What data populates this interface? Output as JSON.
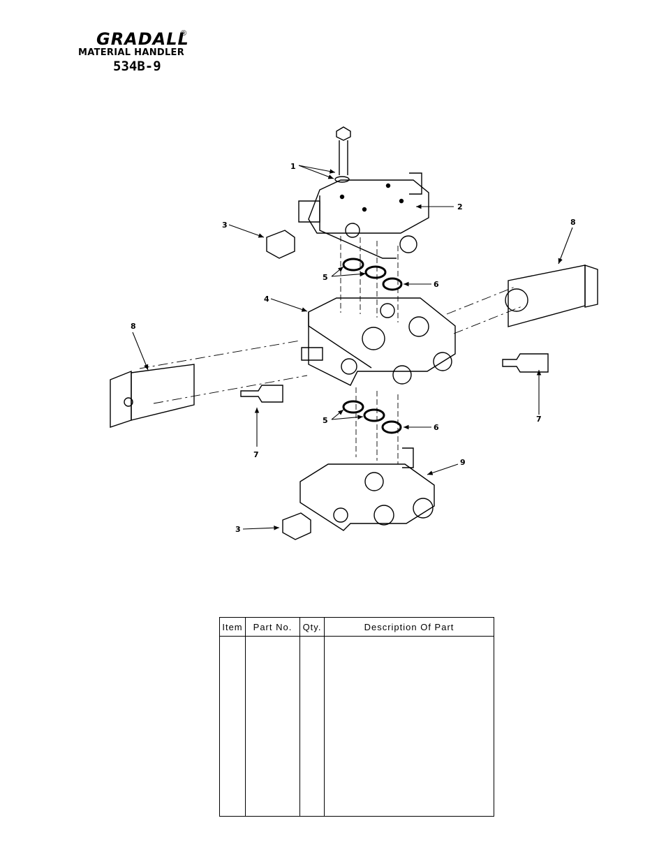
{
  "header": {
    "brand": "GRADALL",
    "registered": "®",
    "subtitle": "MATERIAL HANDLER",
    "model": "534B-9"
  },
  "diagram": {
    "callouts": [
      "1",
      "2",
      "3",
      "8",
      "5",
      "6",
      "4",
      "8",
      "7",
      "7",
      "5",
      "6",
      "9",
      "3"
    ]
  },
  "table": {
    "headers": [
      "Item",
      "Part  No.",
      "Qty.",
      "Description  Of  Part"
    ]
  }
}
